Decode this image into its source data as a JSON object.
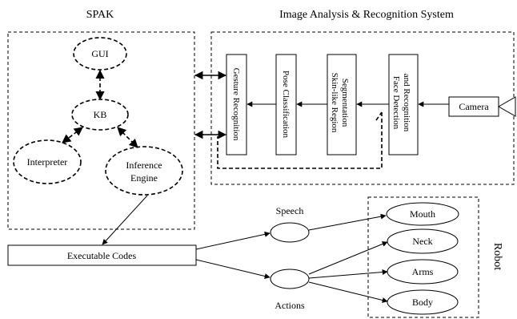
{
  "headings": {
    "spak": "SPAK",
    "image_system": "Image Analysis & Recognition System",
    "robot": "Robot"
  },
  "spak": {
    "gui": "GUI",
    "kb": "KB",
    "interpreter": "Interpreter",
    "inference_line1": "Inference",
    "inference_line2": "Engine"
  },
  "image_system": {
    "gesture": "Gesture Recognition",
    "pose": "Pose Classification",
    "skin_line1": "Skin-like Region",
    "skin_line2": "Segmentation",
    "face_line1": "Face Detection",
    "face_line2": "and Recognition",
    "camera": "Camera"
  },
  "codes": "Executable Codes",
  "speech": "Speech",
  "actions": "Actions",
  "robot": {
    "mouth": "Mouth",
    "neck": "Neck",
    "arms": "Arms",
    "body": "Body"
  }
}
